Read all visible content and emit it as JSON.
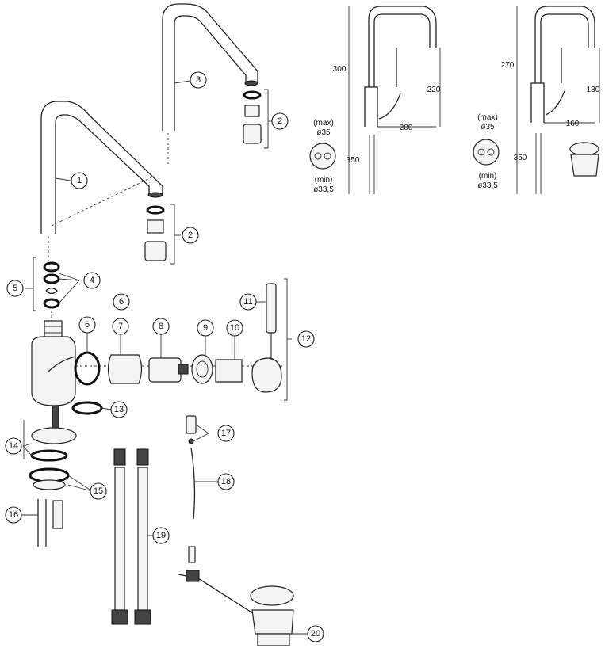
{
  "callouts": [
    {
      "num": "1",
      "name": "spout-large"
    },
    {
      "num": "2",
      "name": "aerator-set-upper"
    },
    {
      "num": "3",
      "name": "spout-small"
    },
    {
      "num": "2",
      "name": "aerator-set-lower"
    },
    {
      "num": "4",
      "name": "o-ring-set"
    },
    {
      "num": "5",
      "name": "spout-seal-kit"
    },
    {
      "num": "6",
      "name": "washer-label"
    },
    {
      "num": "6",
      "name": "washer-ring"
    },
    {
      "num": "7",
      "name": "cartridge-sleeve"
    },
    {
      "num": "8",
      "name": "cartridge"
    },
    {
      "num": "9",
      "name": "cartridge-nut"
    },
    {
      "num": "10",
      "name": "cover-cap"
    },
    {
      "num": "11",
      "name": "lever-handle"
    },
    {
      "num": "12",
      "name": "handle-kit"
    },
    {
      "num": "13",
      "name": "base-o-ring"
    },
    {
      "num": "14",
      "name": "base-plate-kit"
    },
    {
      "num": "15",
      "name": "mounting-kit"
    },
    {
      "num": "16",
      "name": "threaded-rod"
    },
    {
      "num": "17",
      "name": "pop-up-knob"
    },
    {
      "num": "18",
      "name": "pop-up-rod"
    },
    {
      "num": "19",
      "name": "flexible-hoses"
    },
    {
      "num": "20",
      "name": "waste-valve"
    }
  ],
  "dimensions": {
    "large": {
      "height_total": "300",
      "spout_height": "220",
      "reach": "200",
      "below_deck": "350",
      "hole_max_label": "(max)",
      "hole_max": "ø35",
      "hole_min_label": "(min)",
      "hole_min": "ø33,5"
    },
    "small": {
      "height_total": "270",
      "spout_height": "180",
      "reach": "160",
      "below_deck": "350",
      "hole_max_label": "(max)",
      "hole_max": "ø35",
      "hole_min_label": "(min)",
      "hole_min": "ø33,5"
    }
  }
}
